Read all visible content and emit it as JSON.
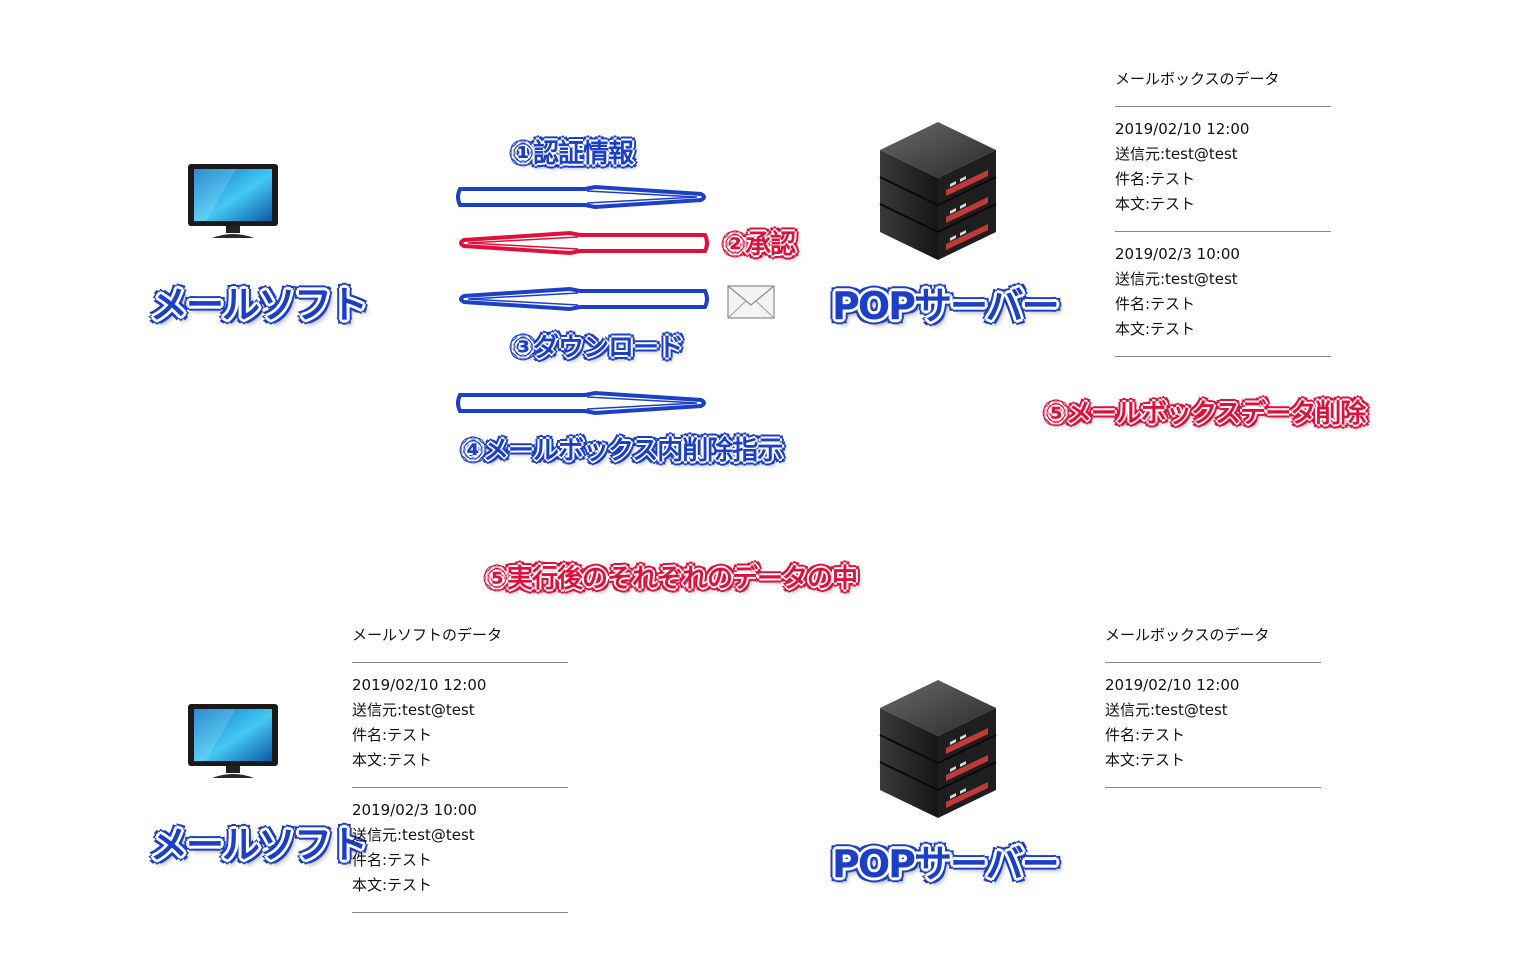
{
  "labels": {
    "mail_soft": "メールソフト",
    "pop_server": "POPサーバー",
    "step1": "①認証情報",
    "step2": "②承認",
    "step3": "③ダウンロード",
    "step4": "④メールボックス内削除指示",
    "step5": "⑤メールボックスデータ削除",
    "after5": "⑤実行後のそれぞれのデータの中"
  },
  "top_mailbox": {
    "title": "メールボックスのデータ",
    "messages": [
      {
        "date": "2019/02/10 12:00",
        "from": "送信元:test@test",
        "subject": "件名:テスト",
        "body": "本文:テスト"
      },
      {
        "date": "2019/02/3 10:00",
        "from": "送信元:test@test",
        "subject": "件名:テスト",
        "body": "本文:テスト"
      }
    ]
  },
  "bottom_mailsoft": {
    "title": "メールソフトのデータ",
    "messages": [
      {
        "date": "2019/02/10 12:00",
        "from": "送信元:test@test",
        "subject": "件名:テスト",
        "body": "本文:テスト"
      },
      {
        "date": "2019/02/3 10:00",
        "from": "送信元:test@test",
        "subject": "件名:テスト",
        "body": "本文:テスト"
      }
    ]
  },
  "bottom_mailbox": {
    "title": "メールボックスのデータ",
    "messages": [
      {
        "date": "2019/02/10 12:00",
        "from": "送信元:test@test",
        "subject": "件名:テスト",
        "body": "本文:テスト"
      }
    ]
  },
  "colors": {
    "blue": "#1c3fc8",
    "red": "#e0103a"
  },
  "icons": [
    "monitor-icon",
    "server-icon",
    "envelope-icon"
  ]
}
